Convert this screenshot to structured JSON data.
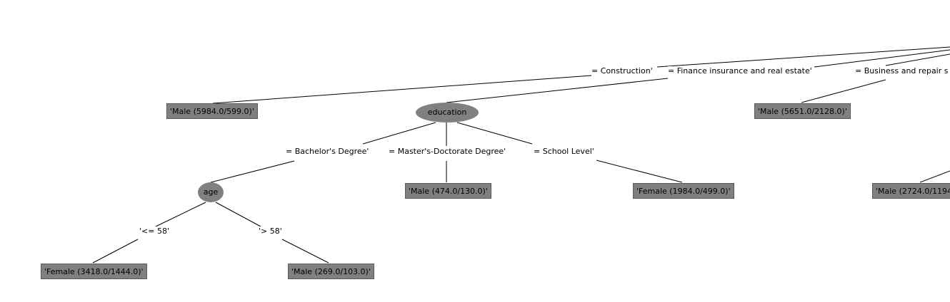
{
  "colors": {
    "node_fill": "#808080",
    "line": "#000000",
    "background": "#ffffff"
  },
  "tree": {
    "edge_labels": {
      "construction": "= Construction'",
      "finance": "= Finance insurance and real estate'",
      "business": "= Business and repair s",
      "bachelors": "= Bachelor's Degree'",
      "masters": "= Master's-Doctorate Degree'",
      "school": "= School Level'",
      "le58": "'<= 58'",
      "gt58": "'> 58'"
    },
    "nodes": {
      "education": "education",
      "age": "age"
    },
    "leaves": {
      "male_5984": "'Male (5984.0/599.0)'",
      "male_5651": "'Male (5651.0/2128.0)'",
      "male_474": "'Male (474.0/130.0)'",
      "female_1984": "'Female (1984.0/499.0)'",
      "male_2724": "'Male (2724.0/1194",
      "female_3418": "'Female (3418.0/1444.0)'",
      "male_269": "'Male (269.0/103.0)'"
    }
  }
}
